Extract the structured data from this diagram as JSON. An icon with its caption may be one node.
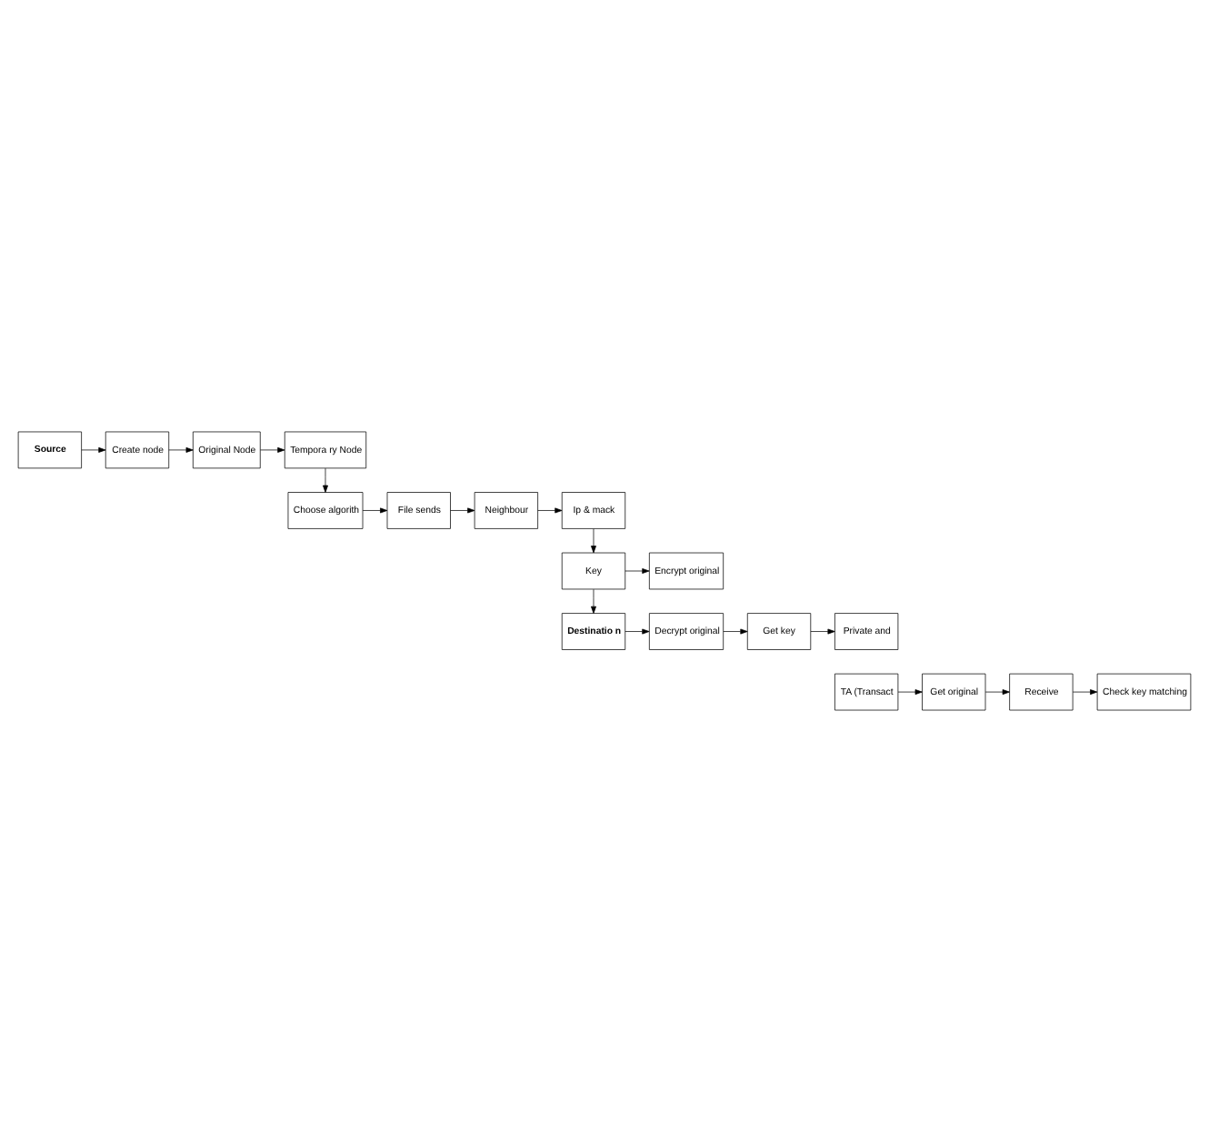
{
  "diagram": {
    "nodes": [
      {
        "text": [
          "Source"
        ]
      },
      {
        "text": [
          "Create node"
        ]
      },
      {
        "text": [
          "Original Node"
        ]
      },
      {
        "text": [
          "Tempora ry Node"
        ]
      },
      {
        "text": [
          "Choose algorith"
        ]
      },
      {
        "text": [
          "File sends"
        ]
      },
      {
        "text": [
          "Neighbour"
        ]
      },
      {
        "text": [
          "Ip & mack"
        ]
      },
      {
        "text": [
          "Key"
        ]
      },
      {
        "text": [
          "Encrypt original"
        ]
      },
      {
        "text": [
          "Destinatio n"
        ]
      },
      {
        "text": [
          "Decrypt original"
        ]
      },
      {
        "text": [
          "Get key"
        ]
      },
      {
        "text": [
          "Private and"
        ]
      },
      {
        "text": [
          "Check key matching"
        ]
      },
      {
        "text": [
          "Receive"
        ]
      },
      {
        "text": [
          "Get original"
        ]
      },
      {
        "text": [
          "TA (Transact"
        ]
      }
    ],
    "edges": [
      {
        "from": 0,
        "to": 1,
        "arrow": "to"
      },
      {
        "from": 1,
        "to": 2,
        "arrow": "to"
      },
      {
        "from": 2,
        "to": 3,
        "arrow": "to"
      },
      {
        "from": 3,
        "to": 4,
        "arrow": "to"
      },
      {
        "from": 4,
        "to": 5,
        "arrow": "to"
      },
      {
        "from": 5,
        "to": 6,
        "arrow": "to"
      },
      {
        "from": 6,
        "to": 7,
        "arrow": "to"
      },
      {
        "from": 7,
        "to": 8,
        "arrow": "to"
      },
      {
        "from": 8,
        "to": 9,
        "arrow": "to"
      },
      {
        "from": 8,
        "to": 10,
        "arrow": "to"
      },
      {
        "from": 10,
        "to": 11,
        "arrow": "to"
      },
      {
        "from": 11,
        "to": 12,
        "arrow": "to"
      },
      {
        "from": 12,
        "to": 13,
        "arrow": "to"
      },
      {
        "from": 17,
        "to": 16,
        "arrow": "to"
      },
      {
        "from": 16,
        "to": 15,
        "arrow": "to"
      },
      {
        "from": 15,
        "to": 14,
        "arrow": "to"
      }
    ]
  }
}
